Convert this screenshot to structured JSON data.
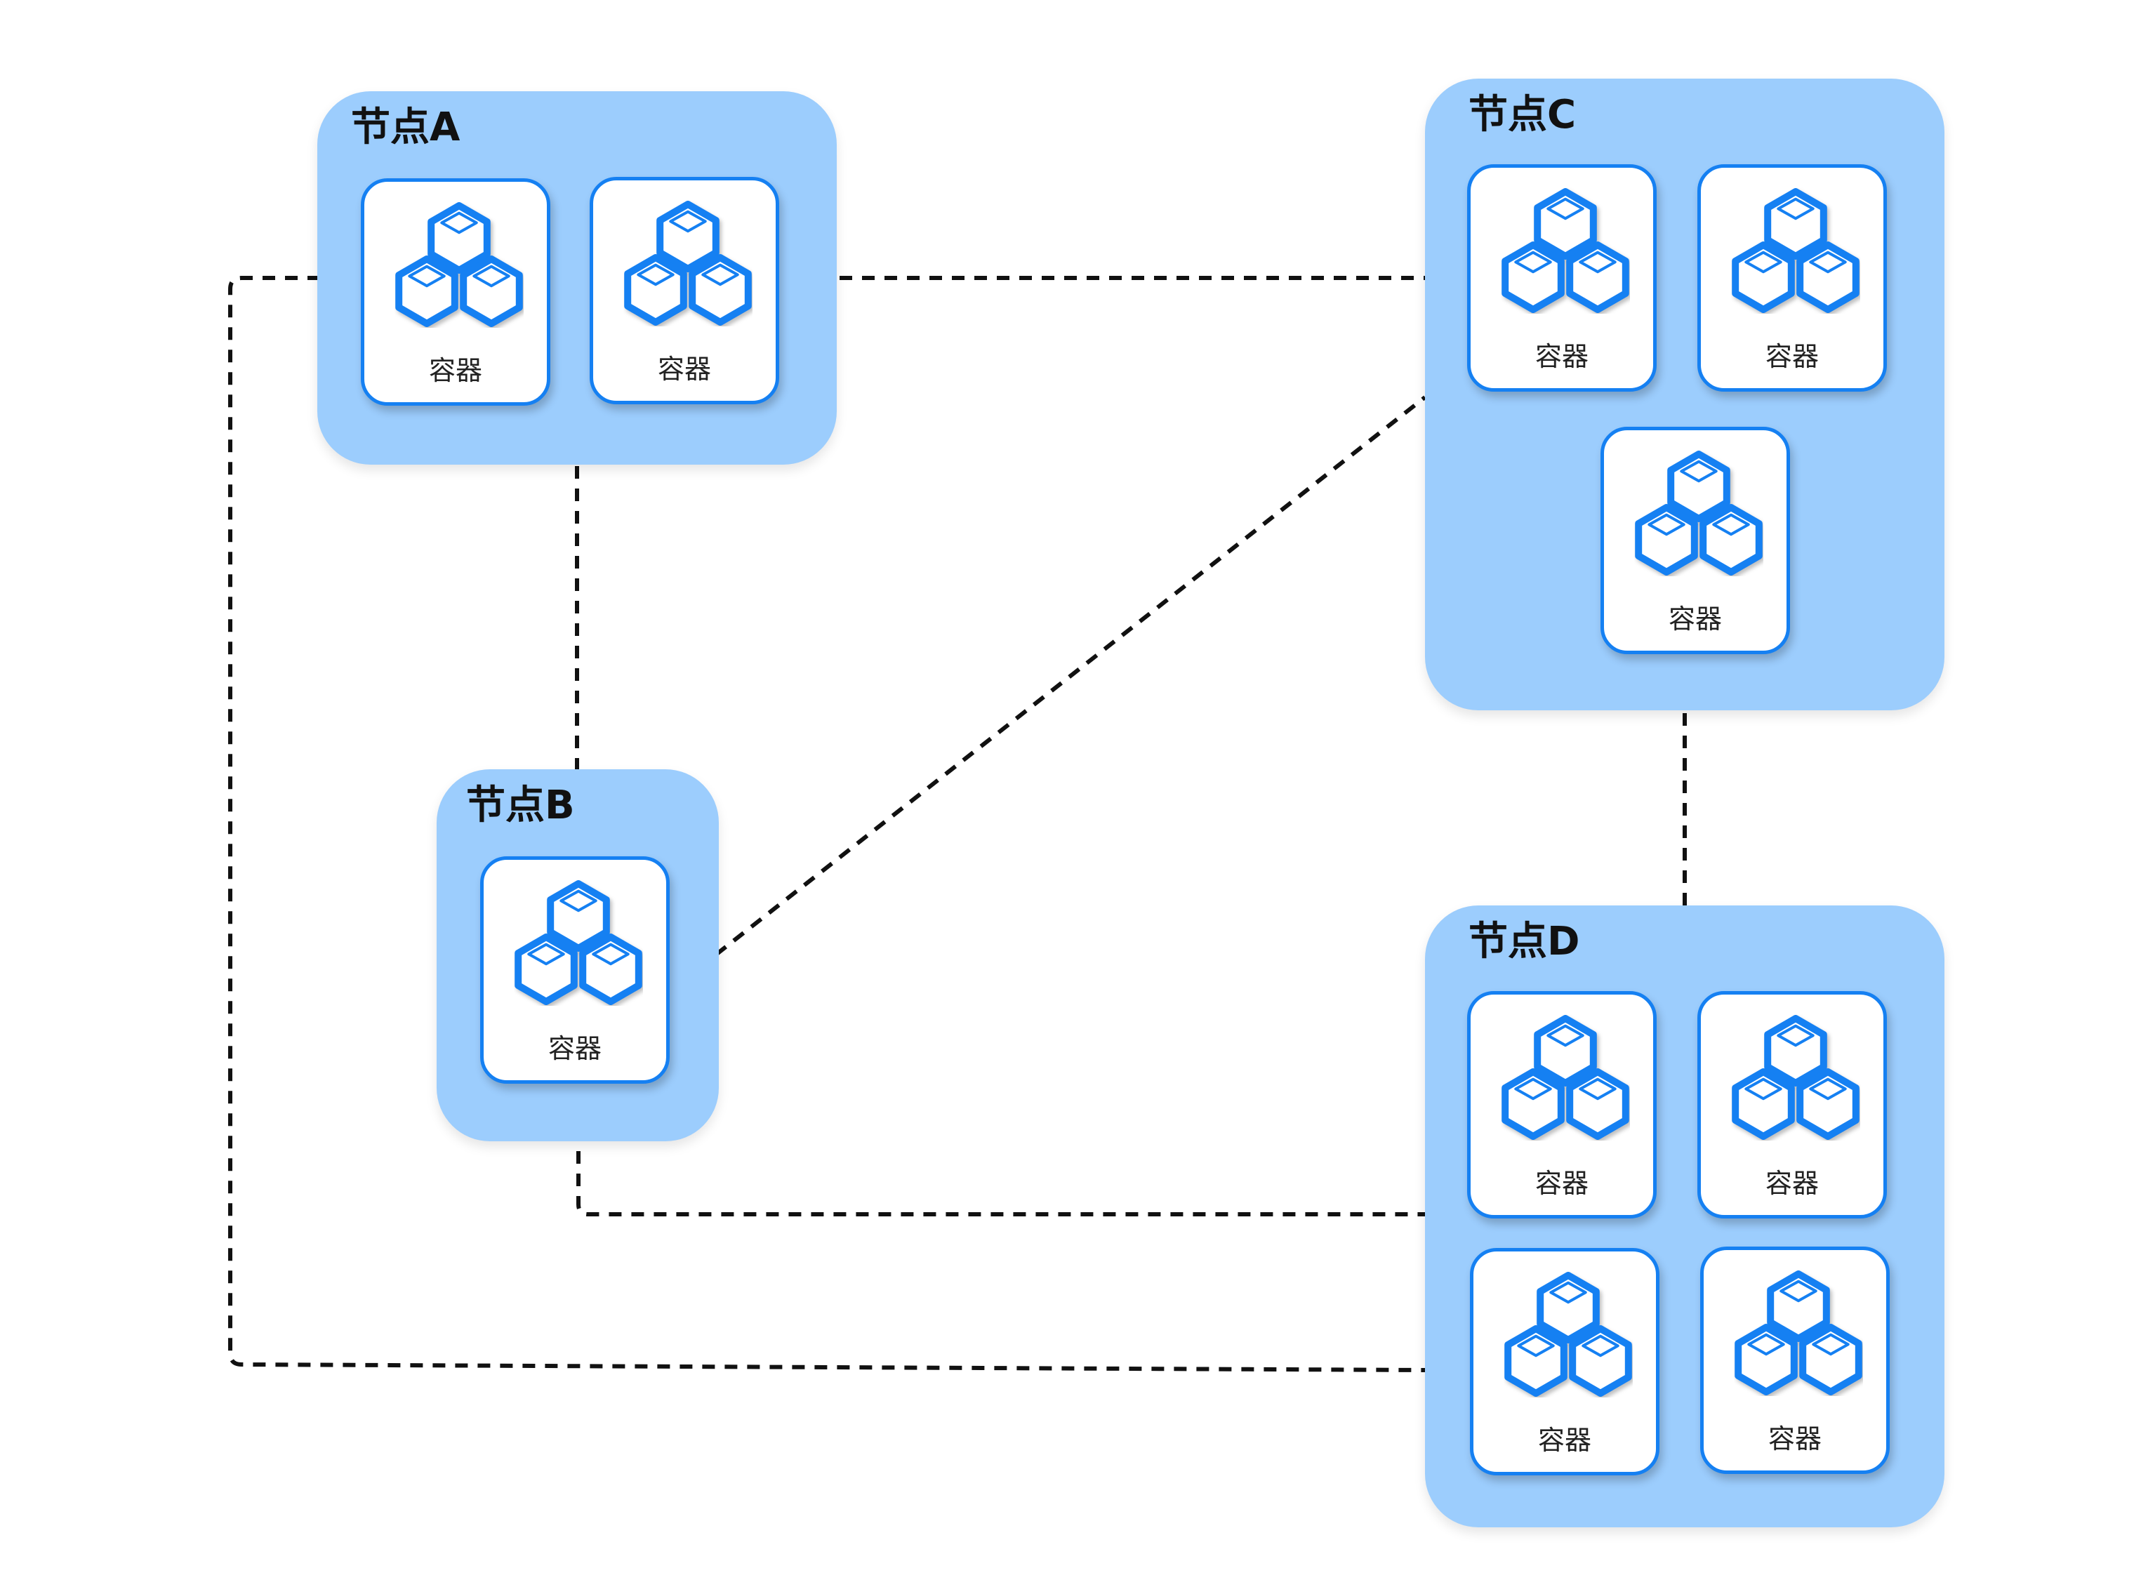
{
  "nodes": {
    "a": {
      "title": "节点A",
      "containers": [
        "容器",
        "容器"
      ]
    },
    "b": {
      "title": "节点B",
      "containers": [
        "容器"
      ]
    },
    "c": {
      "title": "节点C",
      "containers": [
        "容器",
        "容器",
        "容器"
      ]
    },
    "d": {
      "title": "节点D",
      "containers": [
        "容器",
        "容器",
        "容器",
        "容器"
      ]
    }
  },
  "colors": {
    "node_fill": "#9ccdfd",
    "container_border": "#1580f2",
    "icon_stroke": "#1580f2",
    "link_stroke": "#111111"
  },
  "icons": {
    "container": "cubes-icon"
  }
}
